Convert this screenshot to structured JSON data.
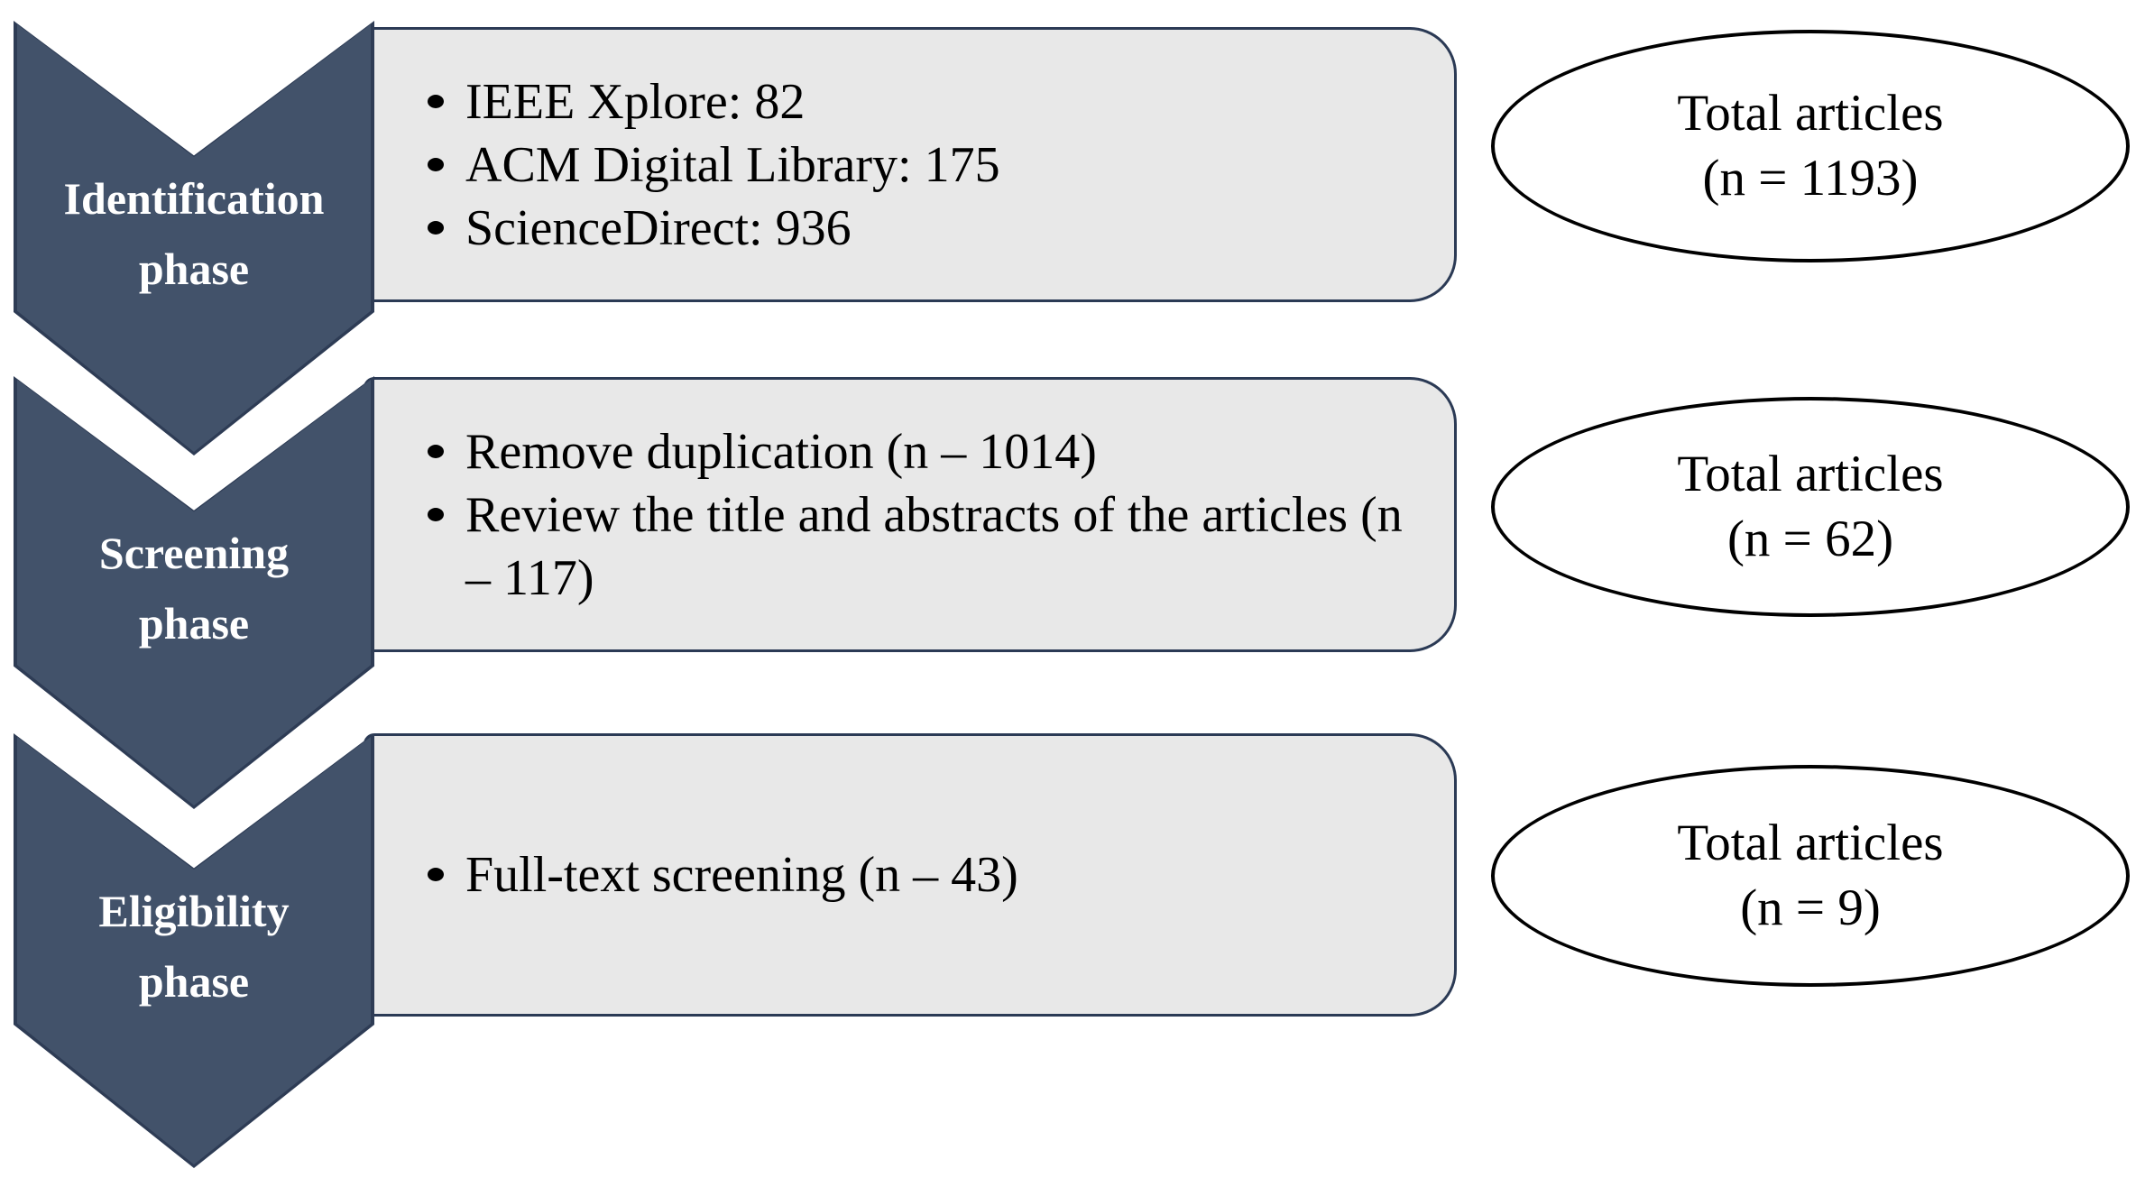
{
  "diagram": {
    "phases": [
      {
        "label_line1": "Identification",
        "label_line2": "phase",
        "bullets": [
          "IEEE Xplore: 82",
          "ACM Digital Library: 175",
          "ScienceDirect: 936"
        ],
        "total_line1": "Total articles",
        "total_line2": "(n = 1193)"
      },
      {
        "label_line1": "Screening",
        "label_line2": "phase",
        "bullets": [
          "Remove duplication (n – 1014)",
          "Review the title and abstracts of the articles (n – 117)"
        ],
        "total_line1": "Total articles",
        "total_line2": "(n = 62)"
      },
      {
        "label_line1": "Eligibility",
        "label_line2": "phase",
        "bullets": [
          "Full-text screening (n – 43)"
        ],
        "total_line1": "Total articles",
        "total_line2": "(n = 9)"
      }
    ],
    "colors": {
      "chevron_fill": "#42526A",
      "chevron_border": "#2E3C55",
      "box_fill": "#E8E8E8",
      "box_border": "#2B3A55",
      "ellipse_border": "#000000",
      "ellipse_fill": "#FFFFFF",
      "chevron_text": "#FFFFFF",
      "body_text": "#000000",
      "background": "#FFFFFF"
    }
  }
}
